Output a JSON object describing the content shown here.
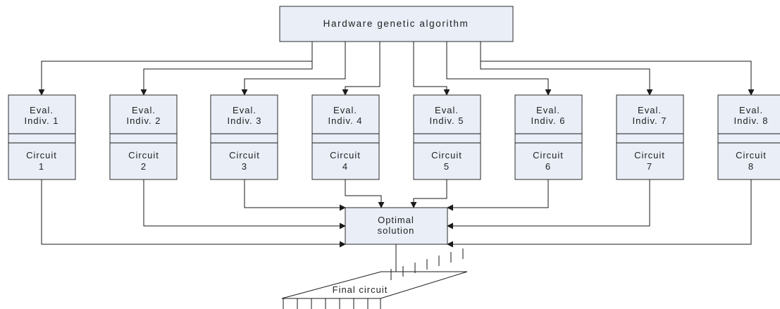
{
  "colors": {
    "box_fill": "#e9eef7",
    "box_stroke": "#2b2b2b",
    "wire": "#1a1a1a",
    "text": "#222222"
  },
  "top_box": {
    "label": "Hardware genetic algorithm"
  },
  "individuals": [
    {
      "eval_line1": "Eval.",
      "eval_line2": "Indiv. 1",
      "circuit_line1": "Circuit",
      "circuit_line2": "1"
    },
    {
      "eval_line1": "Eval.",
      "eval_line2": "Indiv. 2",
      "circuit_line1": "Circuit",
      "circuit_line2": "2"
    },
    {
      "eval_line1": "Eval.",
      "eval_line2": "Indiv. 3",
      "circuit_line1": "Circuit",
      "circuit_line2": "3"
    },
    {
      "eval_line1": "Eval.",
      "eval_line2": "Indiv. 4",
      "circuit_line1": "Circuit",
      "circuit_line2": "4"
    },
    {
      "eval_line1": "Eval.",
      "eval_line2": "Indiv. 5",
      "circuit_line1": "Circuit",
      "circuit_line2": "5"
    },
    {
      "eval_line1": "Eval.",
      "eval_line2": "Indiv. 6",
      "circuit_line1": "Circuit",
      "circuit_line2": "6"
    },
    {
      "eval_line1": "Eval.",
      "eval_line2": "Indiv. 7",
      "circuit_line1": "Circuit",
      "circuit_line2": "7"
    },
    {
      "eval_line1": "Eval.",
      "eval_line2": "Indiv. 8",
      "circuit_line1": "Circuit",
      "circuit_line2": "8"
    }
  ],
  "optimal_box": {
    "line1": "Optimal",
    "line2": "solution"
  },
  "final_chip": {
    "label": "Final circuit"
  }
}
